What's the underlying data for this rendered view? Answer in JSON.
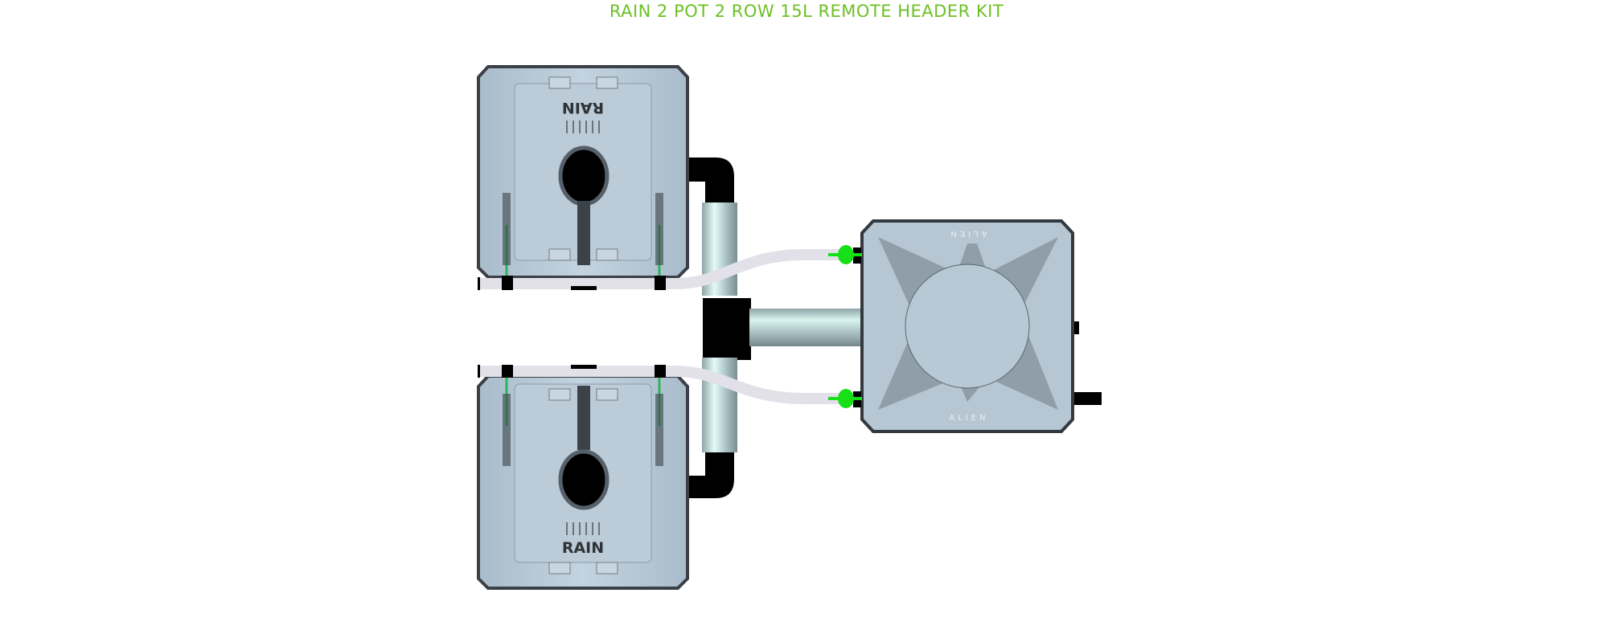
{
  "title": "RAIN 2 POT 2 ROW 15L REMOTE HEADER KIT",
  "colors": {
    "title": "#6cc024",
    "pot_body": "#b8c9d6",
    "pot_edge": "#3a4046",
    "pipe_black": "#000000",
    "pipe_silver": "#a9c4c6",
    "tube": "#e2e1ea",
    "connector": "#18e018",
    "drip_stake": "#2fb35a"
  },
  "pots": [
    {
      "label": "RAIN",
      "orientation": "rotated-180"
    },
    {
      "label": "RAIN",
      "orientation": "upright"
    }
  ],
  "reservoir": {
    "label_top": "ALIEN",
    "label_bottom": "ALIEN"
  }
}
